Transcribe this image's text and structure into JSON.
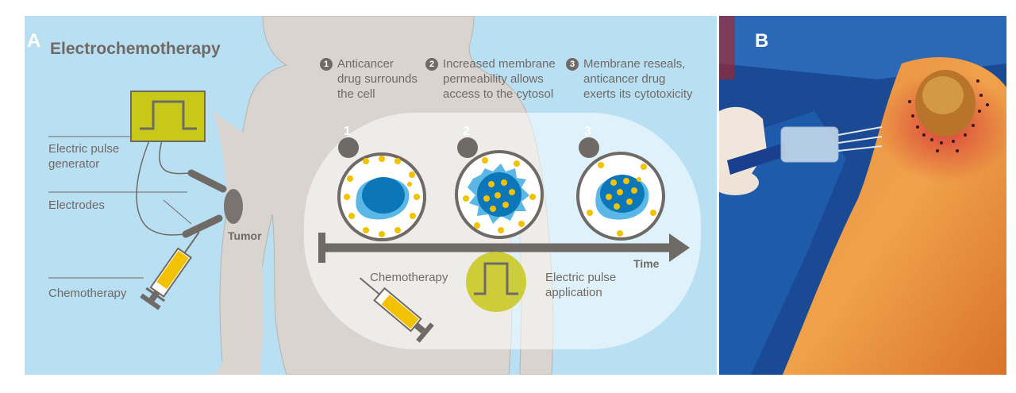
{
  "panel_a": {
    "letter": "A",
    "title": "Electrochemotherapy",
    "labels": {
      "generator_line1": "Electric pulse",
      "generator_line2": "generator",
      "electrodes": "Electrodes",
      "chemotherapy_left": "Chemotherapy",
      "tumor": "Tumor",
      "time": "Time",
      "chemotherapy_bottom": "Chemotherapy",
      "pulse_line1": "Electric pulse",
      "pulse_line2": "application"
    },
    "steps": [
      {
        "num": "1",
        "line1": "Anticancer",
        "line2": "drug surrounds",
        "line3": "the cell"
      },
      {
        "num": "2",
        "line1": "Increased membrane",
        "line2": "permeability allows",
        "line3": "access to the cytosol"
      },
      {
        "num": "3",
        "line1": "Membrane reseals,",
        "line2": "anticancer drug",
        "line3": "exerts its cytotoxicity"
      }
    ],
    "colors": {
      "background": "#b9dff3",
      "body": "#d9d4cf",
      "ink": "#6f6a66",
      "cell_blue": "#0b76b8",
      "cell_light": "#5bb8e6",
      "drug_yellow": "#f2c200",
      "generator": "#c8c81a"
    }
  },
  "panel_b": {
    "letter": "B"
  }
}
